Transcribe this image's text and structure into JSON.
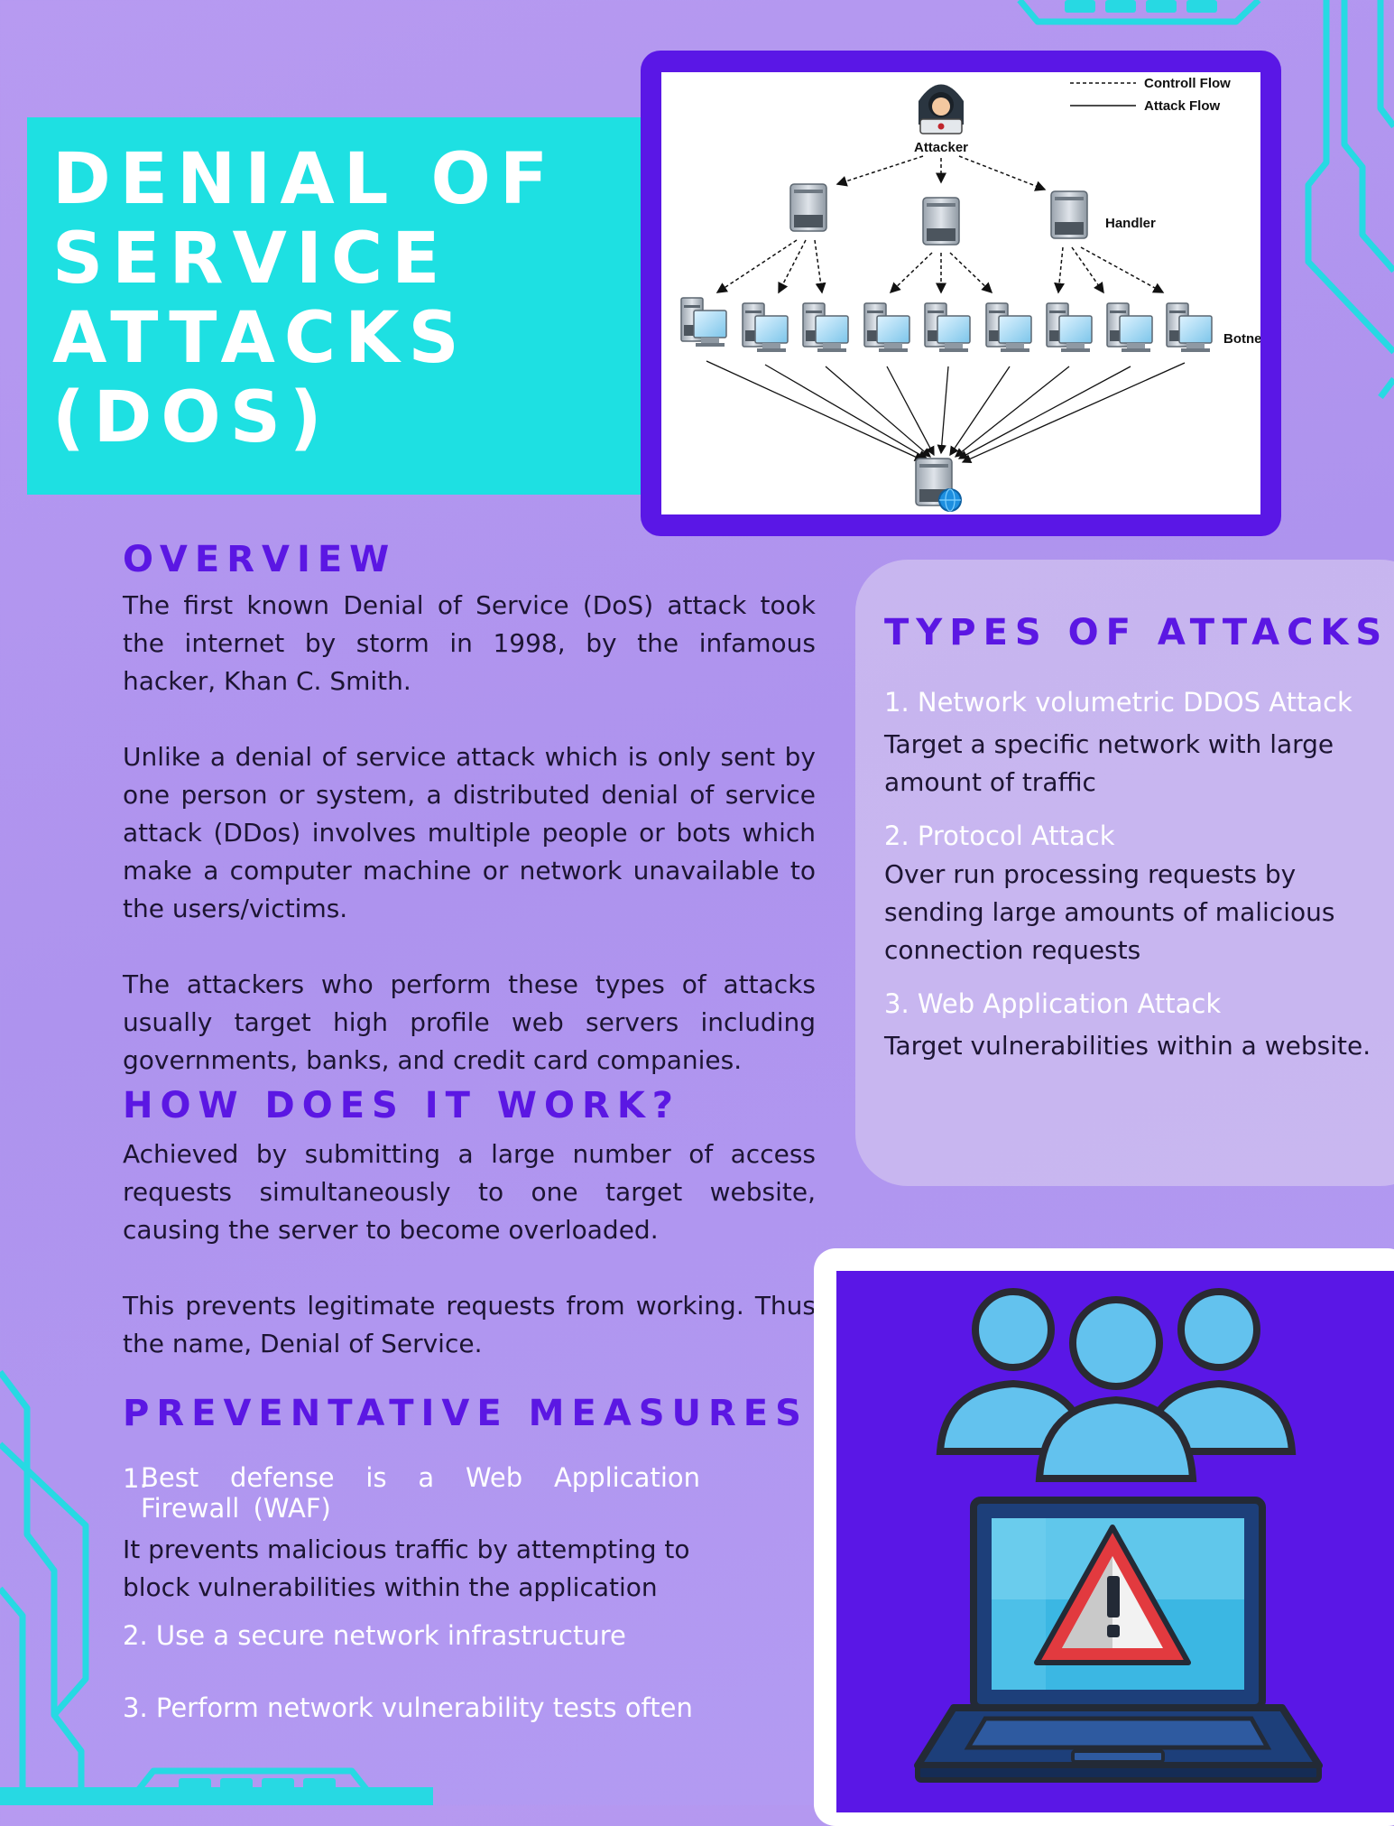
{
  "title": {
    "lines": [
      "DENIAL OF",
      "SERVICE",
      "ATTACKS",
      "(DOS)"
    ]
  },
  "diagram": {
    "legend_control": "Controll Flow",
    "legend_attack": "Attack Flow",
    "attacker_label": "Attacker",
    "handler_label": "Handler",
    "botnet_label": "Botnet"
  },
  "overview": {
    "heading": "OVERVIEW",
    "paragraphs": [
      "The first known Denial of Service (DoS) attack took the internet by storm in 1998, by the infamous hacker, Khan C. Smith.",
      "Unlike a denial of service attack which is only sent by one person or system, a distributed denial of service attack (DDos) involves multiple people or bots which make a computer machine or network unavailable to the users/victims.",
      "The attackers who perform these types of attacks usually target high profile web servers including governments, banks, and credit card companies."
    ]
  },
  "how": {
    "heading": "HOW DOES IT WORK?",
    "paragraphs": [
      "Achieved by submitting a large number of access requests simultaneously to one target website, causing the server to become overloaded.",
      "This prevents legitimate requests from working. Thus the name, Denial of Service."
    ]
  },
  "preventative": {
    "heading": "PREVENTATIVE MEASURES",
    "item1_num": "1.",
    "item1_title": "Best defense is a Web Application Firewall (WAF)",
    "item1_desc": "It prevents malicious traffic by attempting to block vulnerabilities within the application",
    "item2": "2. Use a secure network infrastructure",
    "item3": "3. Perform network vulnerability tests often"
  },
  "types": {
    "heading": "TYPES OF ATTACKS",
    "items": [
      {
        "title": "1. Network volumetric DDOS Attack",
        "desc": "Target a specific network with large amount of traffic"
      },
      {
        "title": "2. Protocol Attack",
        "desc": "Over run processing requests by sending large amounts of malicious connection requests"
      },
      {
        "title": "3. Web Application Attack",
        "desc": "Target vulnerabilities within a website."
      }
    ]
  },
  "colors": {
    "background": "#b39af1",
    "cyan": "#1ee0e2",
    "purple": "#5a17e6",
    "heading": "#5b17e3",
    "people": "#63c2ee"
  },
  "icons": [
    "hacker-icon",
    "server-icon",
    "workstation-icon",
    "globe-icon",
    "people-group-icon",
    "laptop-warning-icon"
  ]
}
